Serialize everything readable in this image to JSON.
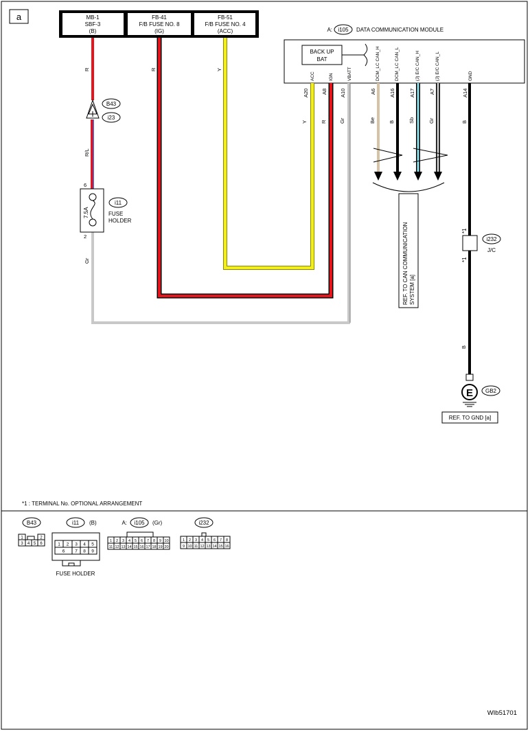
{
  "page_label": "a",
  "fuse_boxes": [
    {
      "id": "MB-1",
      "name": "SBF-3",
      "rating": "(B)"
    },
    {
      "id": "FB-41",
      "name": "F/B FUSE NO. 8",
      "rating": "(IG)"
    },
    {
      "id": "FB-51",
      "name": "F/B FUSE NO. 4",
      "rating": "(ACC)"
    }
  ],
  "module": {
    "prefix": "A:",
    "connector": "i105",
    "title": "DATA COMMUNICATION MODULE",
    "backup_line1": "BACK UP",
    "backup_line2": "BAT"
  },
  "module_pins": [
    {
      "name": "ACC",
      "number": "A20",
      "wire": "Y"
    },
    {
      "name": "IGN",
      "number": "A8",
      "wire": "R"
    },
    {
      "name": "VBATT",
      "number": "A10",
      "wire": "Gr"
    },
    {
      "name": "DCM_LC CAN_H",
      "number": "A6",
      "wire": "Be"
    },
    {
      "name": "DCM_LC CAN_L",
      "number": "A16",
      "wire": "B"
    },
    {
      "name": "(J) E/C CAN_H",
      "number": "A17",
      "wire": "Sb"
    },
    {
      "name": "(J) E/C CAN_L",
      "number": "A7",
      "wire": "Gr"
    },
    {
      "name": "GND",
      "number": "A14",
      "wire": "B"
    }
  ],
  "wire_labels": {
    "mb_top": "R",
    "fb41": "R",
    "fb51": "Y",
    "rl": "R/L",
    "gr_left": "Gr",
    "gnd_lower": "B"
  },
  "connectors": {
    "b43": "B43",
    "i23": "i23",
    "i11": "i11",
    "i232": "i232",
    "gb2": "GB2",
    "ground_symbol": "E"
  },
  "fuse_holder": {
    "rating": "7.5A",
    "label1": "FUSE",
    "label2": "HOLDER",
    "pin_top": "6",
    "pin_bottom": "2"
  },
  "jc": {
    "label": "J/C",
    "star_top": "*1",
    "star_bottom": "*1"
  },
  "ref_can": {
    "line1": "REF. TO CAN COMMUNICATION",
    "line2": "SYSTEM [a]"
  },
  "ref_gnd": "REF. TO GND [a]",
  "footnote": "*1  : TERMINAL No. OPTIONAL ARRANGEMENT",
  "bottom_connectors": {
    "b43": {
      "label": "B43",
      "pins_row1": [
        "1",
        "",
        "2"
      ],
      "pins_row2": [
        "3",
        "4",
        "5",
        "6"
      ]
    },
    "i11": {
      "label": "i11",
      "color": "(B)",
      "pins_row1": [
        "1",
        "2",
        "3",
        "4",
        "5"
      ],
      "pins_row2": [
        "6",
        "7",
        "8",
        "9"
      ],
      "caption": "FUSE HOLDER"
    },
    "i105": {
      "prefix": "A:",
      "label": "i105",
      "color": "(Gr)",
      "pins_row1": [
        "1",
        "2",
        "3",
        "4",
        "5",
        "6",
        "7",
        "8",
        "9",
        "10"
      ],
      "pins_row2": [
        "11",
        "12",
        "13",
        "14",
        "15",
        "16",
        "17",
        "18",
        "19",
        "20"
      ]
    },
    "i232": {
      "label": "i232",
      "pins_row1": [
        "1",
        "2",
        "3",
        "4",
        "5",
        "6",
        "7",
        "8"
      ],
      "pins_row2": [
        "9",
        "10",
        "11",
        "12",
        "13",
        "14",
        "15",
        "16"
      ]
    }
  },
  "figure_id": "WIb51701",
  "colors": {
    "red": "#e8141b",
    "yellow": "#f2ef1c",
    "gray": "#c8c8c8",
    "beige": "#d6c3a5",
    "black": "#000000",
    "sky": "#8fe3ef",
    "blue": "#3049c6"
  }
}
